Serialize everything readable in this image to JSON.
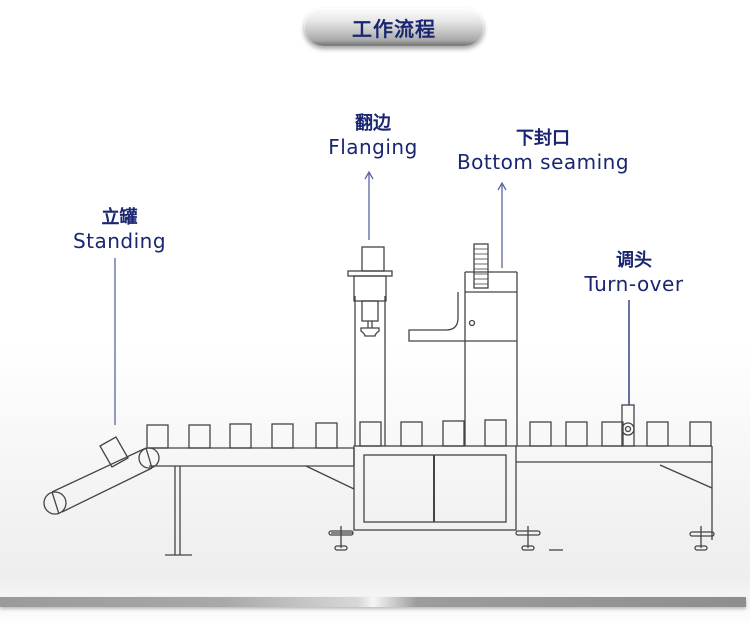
{
  "title": "工作流程",
  "stations": [
    {
      "id": "standing",
      "cn": "立罐",
      "en": "Standing"
    },
    {
      "id": "flanging",
      "cn": "翻边",
      "en": "Flanging"
    },
    {
      "id": "bottom-seaming",
      "cn": "下封口",
      "en": "Bottom seaming"
    },
    {
      "id": "turn-over",
      "cn": "调头",
      "en": "Turn-over"
    }
  ],
  "colors": {
    "label_text": "#1a2670",
    "arrow_line": "#5a64a0",
    "drawing_line": "#333333"
  }
}
